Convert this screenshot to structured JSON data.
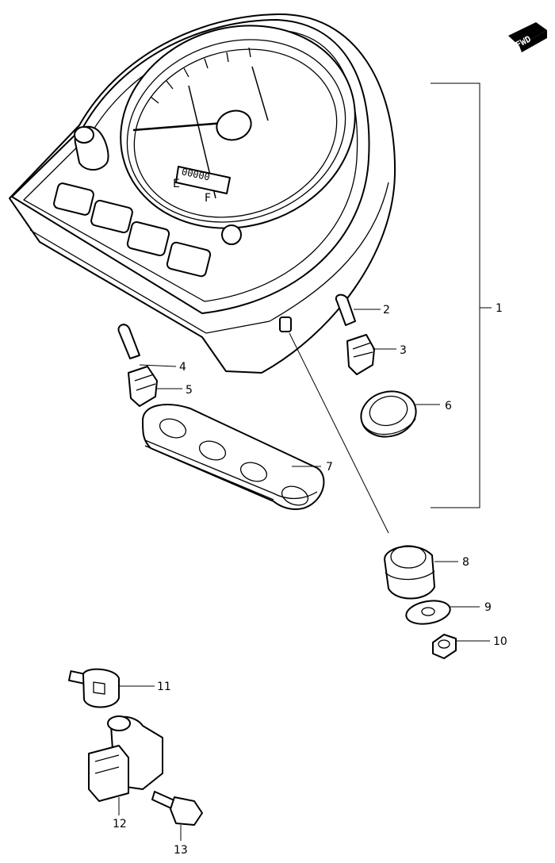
{
  "fwd_badge": "FWD",
  "gauge": {
    "odometer": "00000",
    "fuel_empty": "E",
    "fuel_full": "F"
  },
  "callouts": {
    "c1": "1",
    "c2": "2",
    "c3": "3",
    "c4": "4",
    "c5": "5",
    "c6": "6",
    "c7": "7",
    "c8": "8",
    "c9": "9",
    "c10": "10",
    "c11": "11",
    "c12": "12",
    "c13": "13"
  },
  "parts": [
    "combination-meter-assembly",
    "bulb",
    "bulb-socket",
    "bulb",
    "bulb-socket",
    "grommet",
    "meter-cushion",
    "cushion",
    "washer",
    "nut",
    "screw",
    "sensor",
    "bolt"
  ]
}
